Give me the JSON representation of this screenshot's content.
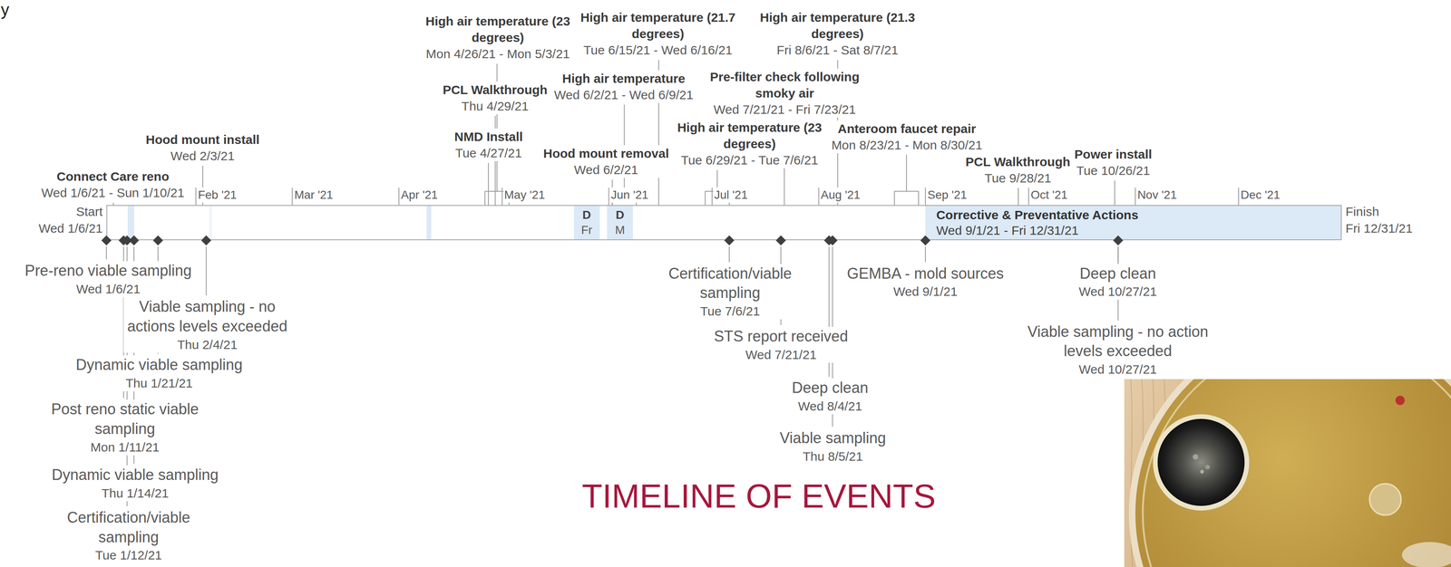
{
  "diagram": {
    "title": "TIMELINE OF EVENTS",
    "nodes": [
      {
        "text": [
          "Start",
          "Wed 1/6/21",
          "Finish",
          "Fri 12/31/21"
        ]
      },
      {
        "text": [
          "Corrective & Preventative Actions",
          "Wed 9/1/21 - Fri 12/31/21"
        ],
        "in": 0
      },
      {
        "text": [
          "D",
          "Fr"
        ],
        "in": 0
      },
      {
        "text": [
          "D",
          "M"
        ],
        "in": 0
      }
    ],
    "labels": [
      "y",
      "Connect Care reno",
      "Wed 1/6/21 - Sun 1/10/21",
      "Hood mount install",
      "Wed 2/3/21",
      "High air temperature (23 degrees)",
      "Mon 4/26/21 - Mon 5/3/21",
      "PCL Walkthrough",
      "Thu 4/29/21",
      "NMD Install",
      "Tue 4/27/21",
      "High air temperature (21.7 degrees)",
      "Tue 6/15/21 - Wed 6/16/21",
      "High air temperature",
      "Wed 6/2/21 - Wed 6/9/21",
      "Hood mount removal",
      "Wed 6/2/21",
      "High air temperature (23 degrees)",
      "Tue 6/29/21 - Tue 7/6/21",
      "Pre-filter check following smoky air",
      "Wed 7/21/21 - Fri 7/23/21",
      "High air temperature (21.3 degrees)",
      "Fri 8/6/21 - Sat 8/7/21",
      "Anteroom faucet repair",
      "Mon 8/23/21 - Mon 8/30/21",
      "PCL Walkthrough",
      "Tue 9/28/21",
      "Power install",
      "Tue 10/26/21",
      "Feb '21",
      "Mar '21",
      "Apr '21",
      "May '21",
      "Jun '21",
      "Jul '21",
      "Aug '21",
      "Sep '21",
      "Oct '21",
      "Nov '21",
      "Dec '21",
      "Pre-reno viable sampling",
      "Wed 1/6/21",
      "Viable sampling - no actions levels exceeded",
      "Thu 2/4/21",
      "Dynamic viable sampling",
      "Thu 1/21/21",
      "Post reno static viable sampling",
      "Mon 1/11/21",
      "Dynamic viable sampling",
      "Thu 1/14/21",
      "Certification/viable sampling",
      "Tue 1/12/21",
      "Certification/viable sampling",
      "Tue 7/6/21",
      "STS report received",
      "Wed 7/21/21",
      "Deep clean",
      "Wed 8/4/21",
      "Viable sampling",
      "Thu 8/5/21",
      "GEMBA - mold sources",
      "Wed 9/1/21",
      "Deep clean",
      "Wed 10/27/21",
      "Viable sampling - no action levels exceeded",
      "Wed 10/27/21"
    ]
  }
}
